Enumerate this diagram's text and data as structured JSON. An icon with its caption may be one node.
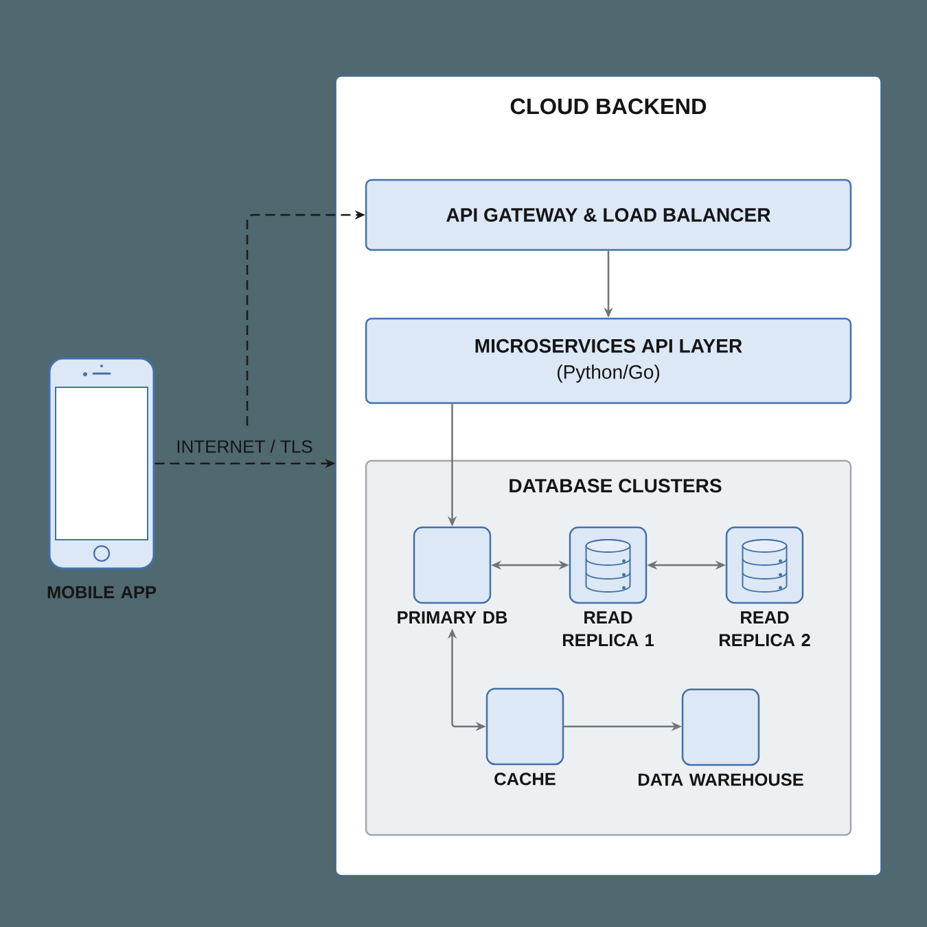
{
  "diagram": {
    "nodes": [
      {
        "text": [
          "MOBILE APP"
        ]
      },
      {
        "text": [
          "CLOUD BACKEND"
        ]
      },
      {
        "text": [
          "API GATEWAY & LOAD BALANCER"
        ],
        "in": 1
      },
      {
        "text": [
          "MICROSERVICES API LAYER",
          "(Python/Go)"
        ],
        "in": 1
      },
      {
        "text": [
          "DATABASE CLUSTERS"
        ],
        "in": 1
      },
      {
        "text": [
          "PRIMARY DB"
        ],
        "in": 4
      },
      {
        "text": [
          "READ REPLICA 1"
        ],
        "in": 4
      },
      {
        "text": [
          "READ REPLICA 2"
        ],
        "in": 4
      },
      {
        "text": [
          "CACHE"
        ],
        "in": 4
      },
      {
        "text": [
          "DATA WAREHOUSE"
        ],
        "in": 4
      }
    ],
    "edges": [
      {
        "from": 0,
        "to": 1,
        "arrow": "to",
        "label": "INTERNET / TLS",
        "style": "dashed",
        "color": "#1a1a1a"
      },
      {
        "from": null,
        "to": 2,
        "arrow": "to",
        "style": "dashed",
        "color": "#1a1a1a"
      },
      {
        "from": 2,
        "to": 3,
        "arrow": "to"
      },
      {
        "from": 3,
        "to": 5,
        "arrow": "to"
      },
      {
        "from": 5,
        "to": 6,
        "arrow": "both"
      },
      {
        "from": 6,
        "to": 7,
        "arrow": "both"
      },
      {
        "from": 5,
        "to": 8,
        "arrow": "both"
      },
      {
        "from": 8,
        "to": 9,
        "arrow": "to"
      }
    ]
  }
}
